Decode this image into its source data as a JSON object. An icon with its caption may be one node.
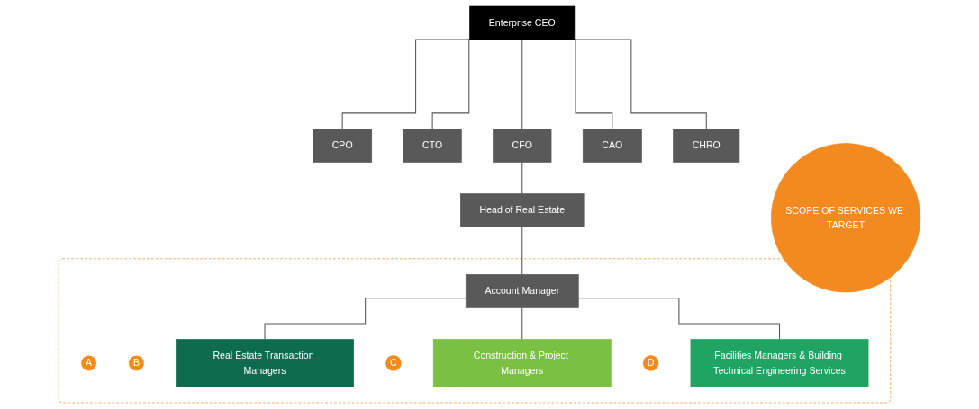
{
  "diagram": {
    "nodes": [
      {
        "text": [
          "Enterprise CEO"
        ]
      },
      {
        "text": [
          "CPO"
        ]
      },
      {
        "text": [
          "CTO"
        ]
      },
      {
        "text": [
          "CFO"
        ]
      },
      {
        "text": [
          "CAO"
        ]
      },
      {
        "text": [
          "CHRO"
        ]
      },
      {
        "text": [
          "Head of Real Estate"
        ]
      },
      {
        "text": [
          "SCOPE OF SERVICES WE TARGET"
        ]
      },
      {
        "text": [],
        "shape": "box"
      },
      {
        "text": [
          "A"
        ],
        "in": 8
      },
      {
        "text": [
          "Account Manager"
        ],
        "in": 8
      },
      {
        "text": [
          "B"
        ],
        "in": 8
      },
      {
        "text": [
          "Real Estate Transaction Managers"
        ],
        "in": 8
      },
      {
        "text": [
          "C"
        ],
        "in": 8
      },
      {
        "text": [
          "Construction & Project Managers"
        ],
        "in": 8
      },
      {
        "text": [
          "D"
        ],
        "in": 8
      },
      {
        "text": [
          "Facilities Managers & Building Technical Engineering Services"
        ],
        "in": 8
      }
    ],
    "edges": [
      {
        "from": 0,
        "to": 1,
        "arrow": "none"
      },
      {
        "from": 0,
        "to": 2,
        "arrow": "none"
      },
      {
        "from": 0,
        "to": 3,
        "arrow": "none"
      },
      {
        "from": 0,
        "to": 4,
        "arrow": "none"
      },
      {
        "from": 0,
        "to": 5,
        "arrow": "none"
      },
      {
        "from": 3,
        "to": 6,
        "arrow": "none"
      },
      {
        "from": 6,
        "to": 10,
        "arrow": "none"
      },
      {
        "from": 10,
        "to": 12,
        "arrow": "none"
      },
      {
        "from": 10,
        "to": 14,
        "arrow": "none"
      },
      {
        "from": 10,
        "to": 16,
        "arrow": "none"
      }
    ]
  }
}
